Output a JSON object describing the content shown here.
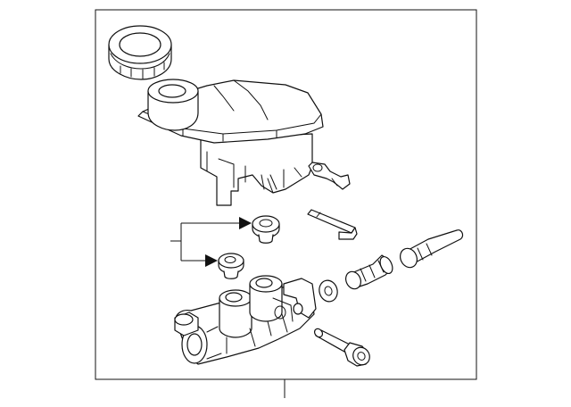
{
  "diagram": {
    "type": "exploded-parts-illustration",
    "colors": {
      "line": "#111111",
      "background": "#ffffff"
    },
    "parts": [
      "reservoir-cap",
      "fluid-reservoir",
      "reservoir-pin",
      "grommet-upper",
      "grommet-lower",
      "master-cylinder-body",
      "washer",
      "stop-bolt",
      "piston-assembly-primary",
      "piston-assembly-secondary",
      "screw"
    ],
    "callouts": [
      "assembly-leader-line",
      "grommet-bracket-leader"
    ]
  }
}
